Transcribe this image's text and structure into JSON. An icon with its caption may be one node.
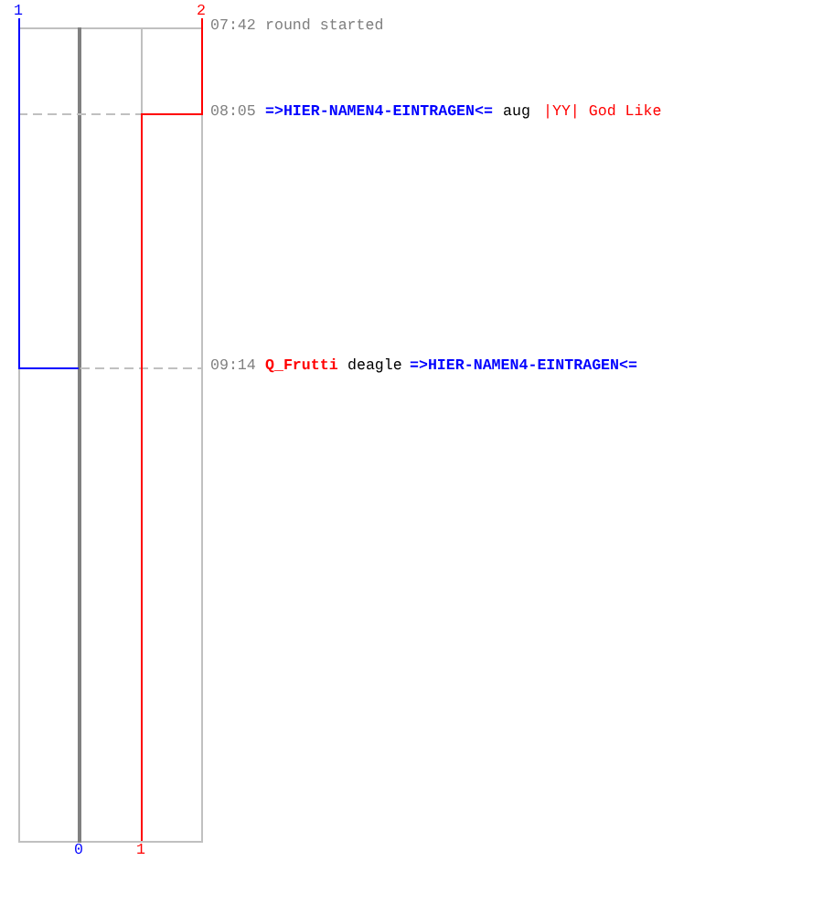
{
  "diagram": {
    "labels": [
      "1",
      "2",
      "07:42",
      "round started",
      "08:05",
      "=>HIER-NAMEN4-EINTRAGEN<=",
      "aug",
      "|YY| God Like",
      "09:14",
      "Q_Frutti",
      "deagle",
      "=>HIER-NAMEN4-EINTRAGEN<=",
      "0",
      "1"
    ]
  }
}
